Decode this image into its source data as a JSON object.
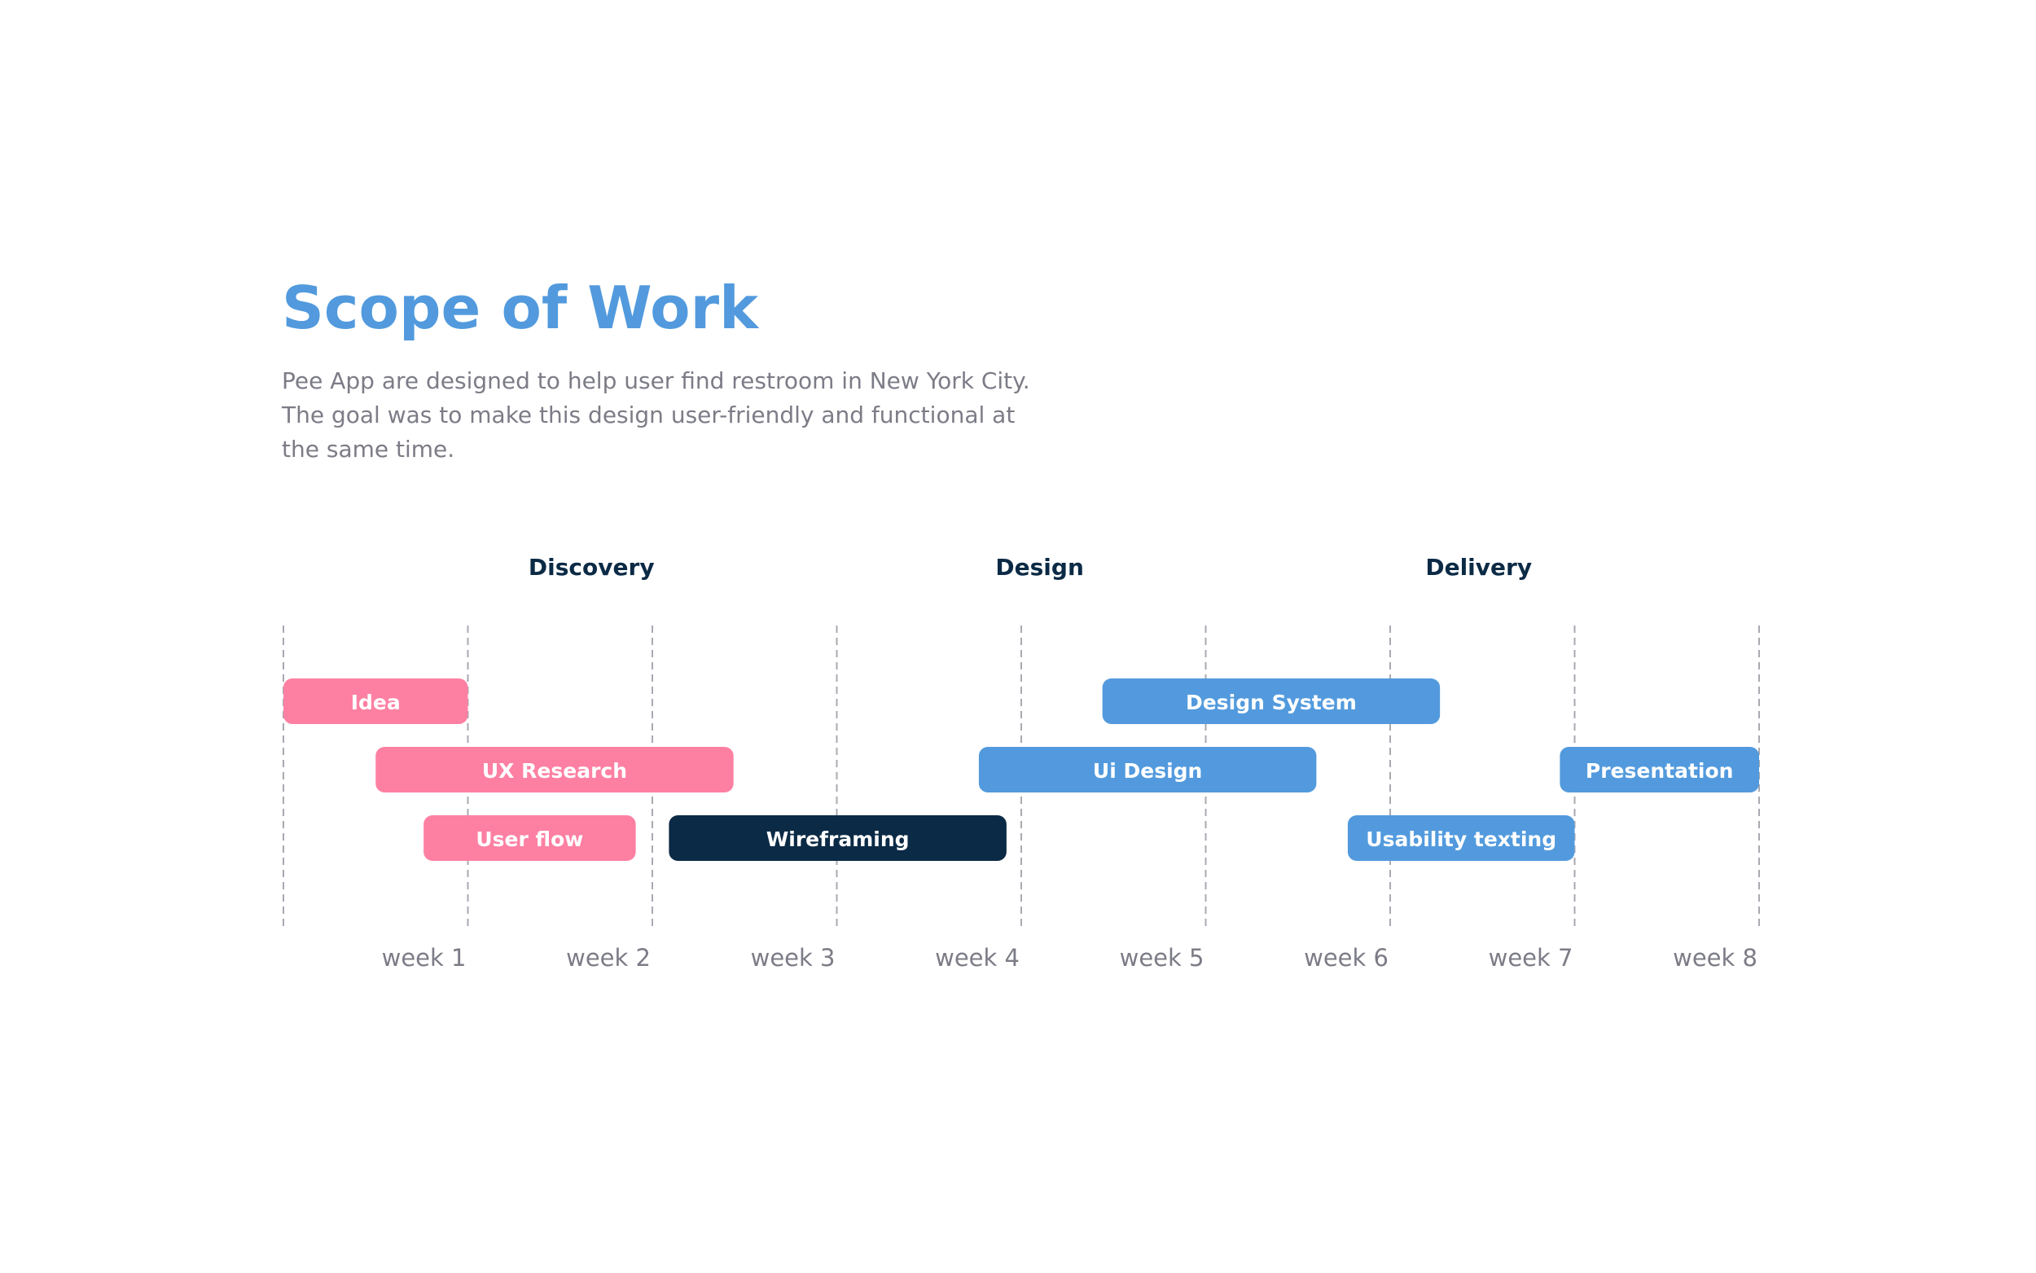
{
  "page": {
    "title": "Scope of Work",
    "description_lines": [
      "Pee App are designed to help user find restroom in New York City.",
      "The goal was to make this design user-friendly and functional at",
      "the same time."
    ]
  },
  "colors": {
    "title": "#529ADD",
    "text_muted": "#7C7C87",
    "phase_label": "#0B2A45",
    "gridline": "#A9A9B2",
    "pink": "#FD80A2",
    "blue": "#529ADD",
    "navy": "#0B2A45",
    "bar_text": "#FFFFFF"
  },
  "chart_data": {
    "type": "gantt",
    "x_unit": "weeks",
    "xlim": [
      0,
      8
    ],
    "tick_labels": [
      "week 1",
      "week 2",
      "week 3",
      "week 4",
      "week 5",
      "week 6",
      "week 7",
      "week 8"
    ],
    "tick_values": [
      1,
      2,
      3,
      4,
      5,
      6,
      7,
      8
    ],
    "grid": "vertical dashed at every week",
    "phases": [
      {
        "label": "Discovery",
        "center": 1.67
      },
      {
        "label": "Design",
        "center": 4.1
      },
      {
        "label": "Delivery",
        "center": 6.48
      }
    ],
    "tasks": [
      {
        "label": "Idea",
        "start": 0.0,
        "end": 1.0,
        "row": 0,
        "color": "#FD80A2"
      },
      {
        "label": "UX Research",
        "start": 0.5,
        "end": 2.44,
        "row": 1,
        "color": "#FD80A2"
      },
      {
        "label": "User flow",
        "start": 0.76,
        "end": 1.91,
        "row": 2,
        "color": "#FD80A2"
      },
      {
        "label": "Wireframing",
        "start": 2.09,
        "end": 3.92,
        "row": 2,
        "color": "#0B2A45"
      },
      {
        "label": "Design System",
        "start": 4.44,
        "end": 6.27,
        "row": 0,
        "color": "#529ADD"
      },
      {
        "label": "Ui Design",
        "start": 3.77,
        "end": 5.6,
        "row": 1,
        "color": "#529ADD"
      },
      {
        "label": "Usability texting",
        "start": 5.77,
        "end": 7.0,
        "row": 2,
        "color": "#529ADD"
      },
      {
        "label": "Presentation",
        "start": 6.92,
        "end": 8.0,
        "row": 1,
        "color": "#529ADD"
      }
    ]
  }
}
